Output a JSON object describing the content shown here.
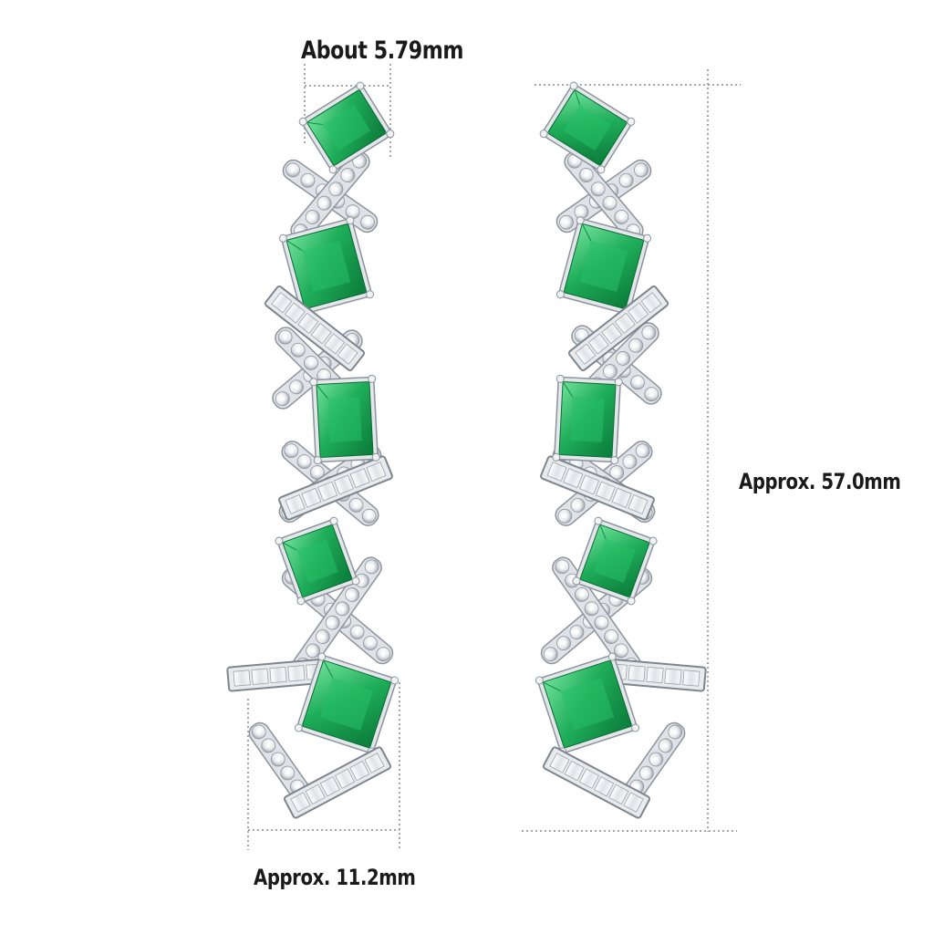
{
  "image": {
    "subject": "pair of emerald drop earrings with measurement annotations",
    "colors": {
      "emerald": "#1fae5a",
      "emerald_dark": "#0b7a3a",
      "emerald_light": "#6fe09a",
      "metal": "#d9dde2",
      "metal_edge": "#8d949c",
      "stone_white": "#f4f6f8",
      "dimension_line": "#8a8a8a"
    }
  },
  "dimensions": {
    "top_width": "About 5.79mm",
    "length": "Approx. 57.0mm",
    "bottom_width": "Approx. 11.2mm"
  }
}
